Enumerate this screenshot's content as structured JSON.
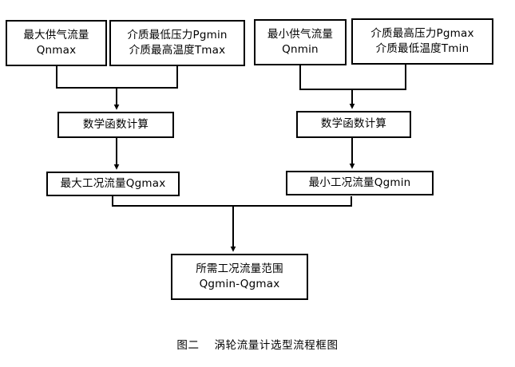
{
  "figure": {
    "caption_number": "图二",
    "caption_title": "涡轮流量计选型流程框图",
    "background_color": "#ffffff",
    "line_color": "#000000"
  },
  "nodes": {
    "qnmax": {
      "line1": "最大供气流量",
      "line2": "Qnmax"
    },
    "pgmin_tmax": {
      "line1": "介质最低压力Pgmin",
      "line2": "介质最高温度Tmax"
    },
    "qnmin": {
      "line1": "最小供气流量",
      "line2": "Qnmin"
    },
    "pgmax_tmin": {
      "line1": "介质最高压力Pgmax",
      "line2": "介质最低温度Tmin"
    },
    "calc_left": {
      "line1": "数学函数计算"
    },
    "calc_right": {
      "line1": "数学函数计算"
    },
    "qgmax": {
      "line1": "最大工况流量Qgmax"
    },
    "qgmin": {
      "line1": "最小工况流量Qgmin"
    },
    "range": {
      "line1": "所需工况流量范围",
      "line2": "Qgmin-Qgmax"
    }
  },
  "chart_data": {
    "type": "diagram",
    "title": "涡轮流量计选型流程框图",
    "nodes": [
      {
        "id": "qnmax",
        "label": "最大供气流量 Qnmax",
        "row": "inputs"
      },
      {
        "id": "pgmin_tmax",
        "label": "介质最低压力Pgmin 介质最高温度Tmax",
        "row": "inputs"
      },
      {
        "id": "qnmin",
        "label": "最小供气流量 Qnmin",
        "row": "inputs"
      },
      {
        "id": "pgmax_tmin",
        "label": "介质最高压力Pgmax 介质最低温度Tmin",
        "row": "inputs"
      },
      {
        "id": "calc_left",
        "label": "数学函数计算",
        "row": "process"
      },
      {
        "id": "calc_right",
        "label": "数学函数计算",
        "row": "process"
      },
      {
        "id": "qgmax",
        "label": "最大工况流量Qgmax",
        "row": "results"
      },
      {
        "id": "qgmin",
        "label": "最小工况流量Qgmin",
        "row": "results"
      },
      {
        "id": "range",
        "label": "所需工况流量范围 Qgmin-Qgmax",
        "row": "output"
      }
    ],
    "edges": [
      {
        "from": "qnmax",
        "to": "calc_left"
      },
      {
        "from": "pgmin_tmax",
        "to": "calc_left"
      },
      {
        "from": "qnmin",
        "to": "calc_right"
      },
      {
        "from": "pgmax_tmin",
        "to": "calc_right"
      },
      {
        "from": "calc_left",
        "to": "qgmax"
      },
      {
        "from": "calc_right",
        "to": "qgmin"
      },
      {
        "from": "qgmax",
        "to": "range"
      },
      {
        "from": "qgmin",
        "to": "range"
      }
    ]
  }
}
